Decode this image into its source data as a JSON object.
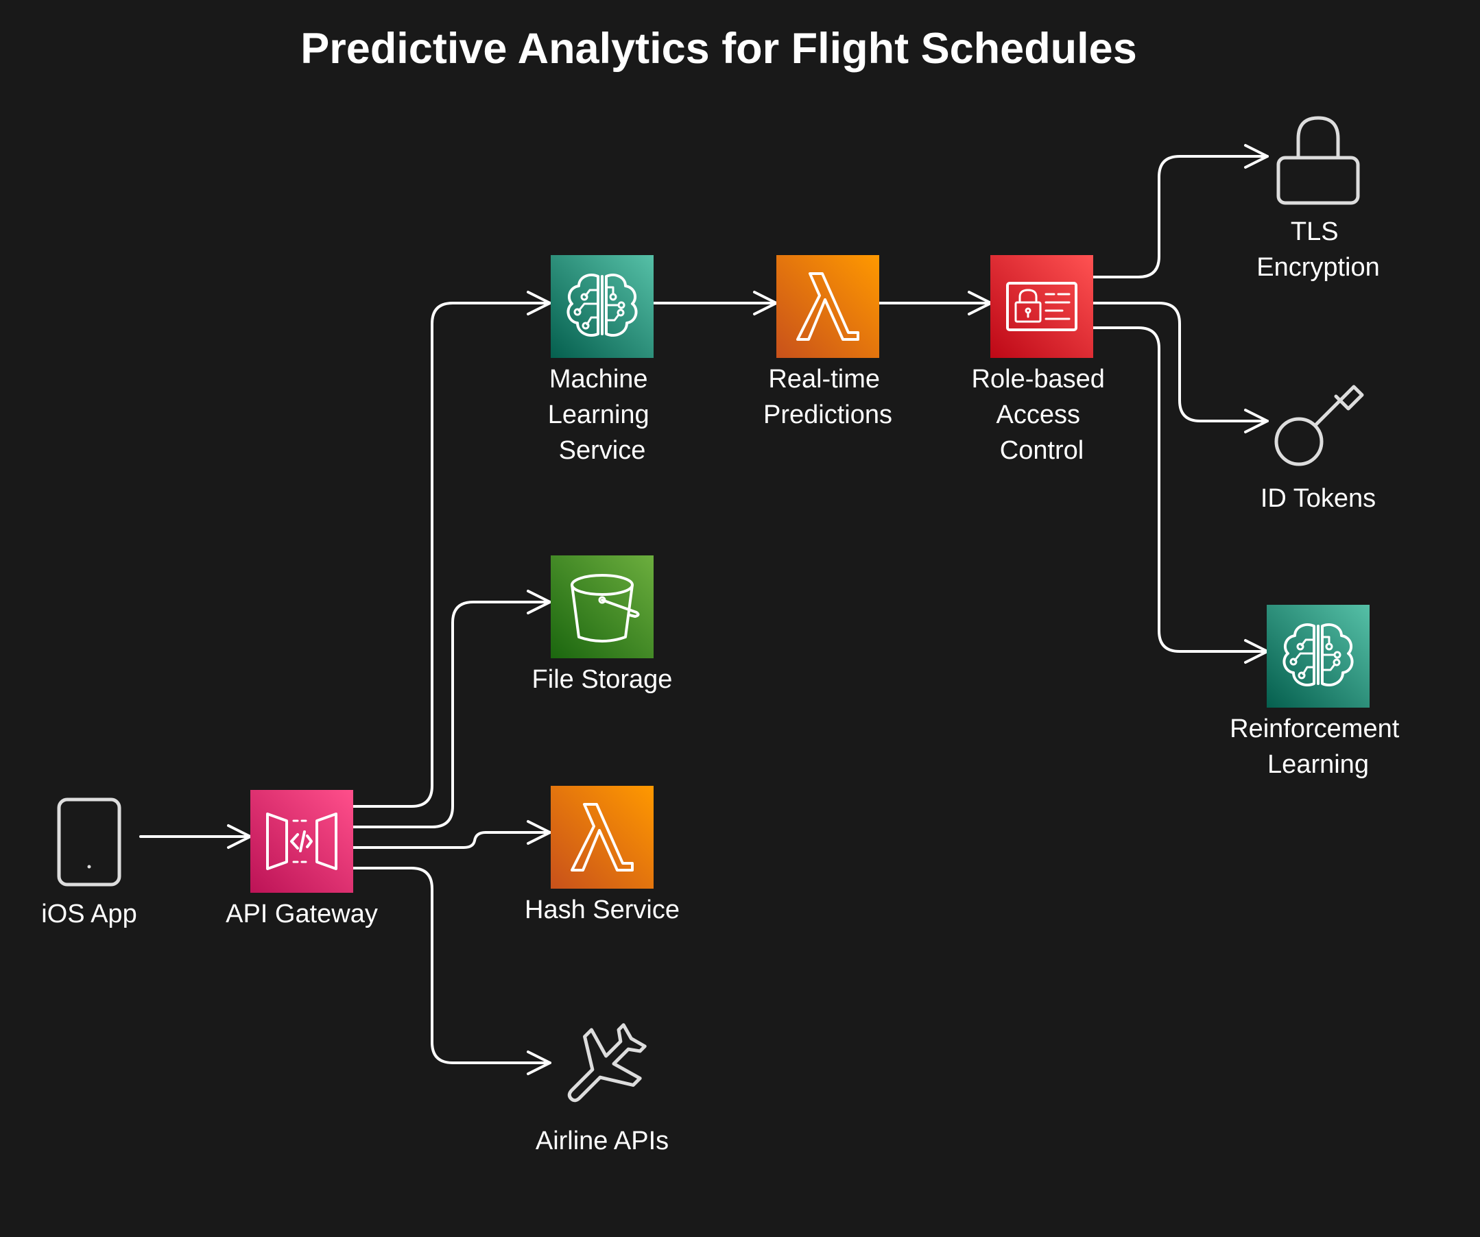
{
  "title": "Predictive Analytics for Flight Schedules",
  "nodes": {
    "ios_app": {
      "lines": [
        "iOS App"
      ],
      "icon": "mobile-device-icon"
    },
    "api_gateway": {
      "lines": [
        "API Gateway"
      ],
      "icon": "api-gateway-icon",
      "color": "#e7157b"
    },
    "ml_service": {
      "lines": [
        "Machine",
        "Learning",
        "Service"
      ],
      "icon": "brain-circuit-icon",
      "color": "#1a9c7e"
    },
    "file_storage": {
      "lines": [
        "File Storage"
      ],
      "icon": "bucket-icon",
      "color": "#3f8624"
    },
    "hash_service": {
      "lines": [
        "Hash Service"
      ],
      "icon": "lambda-icon",
      "color": "#ed7100"
    },
    "airline_apis": {
      "lines": [
        "Airline APIs"
      ],
      "icon": "airplane-icon"
    },
    "realtime_predictions": {
      "lines": [
        "Real-time",
        "Predictions"
      ],
      "icon": "lambda-icon",
      "color": "#ed7100"
    },
    "rbac": {
      "lines": [
        "Role-based",
        "Access",
        "Control"
      ],
      "icon": "id-card-lock-icon",
      "color": "#dd344c"
    },
    "tls_encryption": {
      "lines": [
        "TLS",
        "Encryption"
      ],
      "icon": "padlock-icon"
    },
    "id_tokens": {
      "lines": [
        "ID Tokens"
      ],
      "icon": "key-icon"
    },
    "reinforcement_learning": {
      "lines": [
        "Reinforcement",
        "Learning"
      ],
      "icon": "brain-circuit-icon",
      "color": "#1a9c7e"
    }
  },
  "edges": [
    {
      "from": "ios_app",
      "to": "api_gateway"
    },
    {
      "from": "api_gateway",
      "to": "ml_service"
    },
    {
      "from": "api_gateway",
      "to": "file_storage"
    },
    {
      "from": "api_gateway",
      "to": "hash_service"
    },
    {
      "from": "api_gateway",
      "to": "airline_apis"
    },
    {
      "from": "ml_service",
      "to": "realtime_predictions"
    },
    {
      "from": "realtime_predictions",
      "to": "rbac"
    },
    {
      "from": "rbac",
      "to": "tls_encryption"
    },
    {
      "from": "rbac",
      "to": "id_tokens"
    },
    {
      "from": "rbac",
      "to": "reinforcement_learning"
    }
  ]
}
